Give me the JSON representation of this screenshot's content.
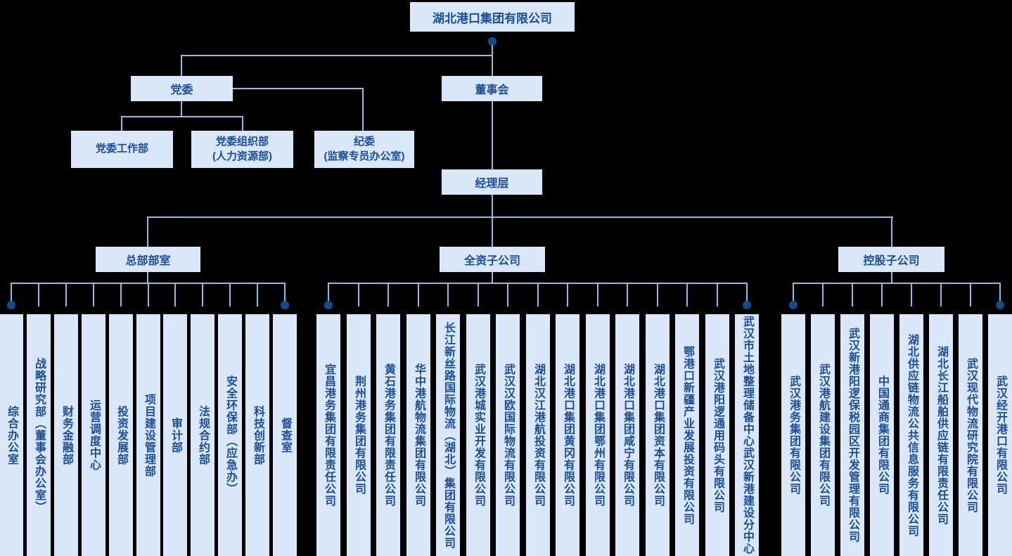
{
  "chart": {
    "root": "湖北港口集团有限公司",
    "party": {
      "label": "党委",
      "children": [
        {
          "lines": [
            "党委工作部"
          ]
        },
        {
          "lines": [
            "党委组织部",
            "(人力资源部)"
          ]
        },
        {
          "lines": [
            "纪委",
            "(监察专员办公室)"
          ]
        }
      ]
    },
    "board": "董事会",
    "management": "经理层",
    "groups": [
      {
        "label": "总部部室",
        "children": [
          "综合办公室",
          "战略研究部（董事会办公室）",
          "财务金融部",
          "运营调度中心",
          "投资发展部",
          "项目建设管理部",
          "审计部",
          "法规合约部",
          "安全环保部（应急办）",
          "科技创新部",
          "督查室"
        ]
      },
      {
        "label": "全资子公司",
        "children": [
          "宜昌港务集团有限责任公司",
          "荆州港务集团有限公司",
          "黄石港务集团有限责任公司",
          "华中港航物流集团有限公司",
          "长江新丝路国际物流（湖北）集团有限公司",
          "武汉港城实业开发有限公司",
          "武汉汉欧国际物流有限公司",
          "湖北汉江港航投资有限公司",
          "湖北港口集团黄冈有限公司",
          "湖北港口集团鄂州有限公司",
          "湖北港口集团咸宁有限公司",
          "湖北港口集团资本有限公司",
          "鄂港口新疆产业发展投资有限公司",
          "武汉港阳逻通用码头有限公司",
          "武汉市土地整理储备中心武汉新港建设分中心"
        ]
      },
      {
        "label": "控股子公司",
        "children": [
          "武汉港务集团有限公司",
          "武汉港航建设集团有限公司",
          "武汉新港阳逻保税园区开发管理有限公司",
          "中国通商集团有限公司",
          "湖北供应链物流公共信息服务有限公司",
          "湖北长江船舶供应链有限责任公司",
          "武汉现代物流研究院有限公司",
          "武汉经开港口有限公司"
        ]
      }
    ]
  },
  "colors": {
    "background": "#000000",
    "box_fill": "#d9e7f8",
    "text": "#1a4d97",
    "line": "#93badf",
    "dot": "#114c8f"
  }
}
